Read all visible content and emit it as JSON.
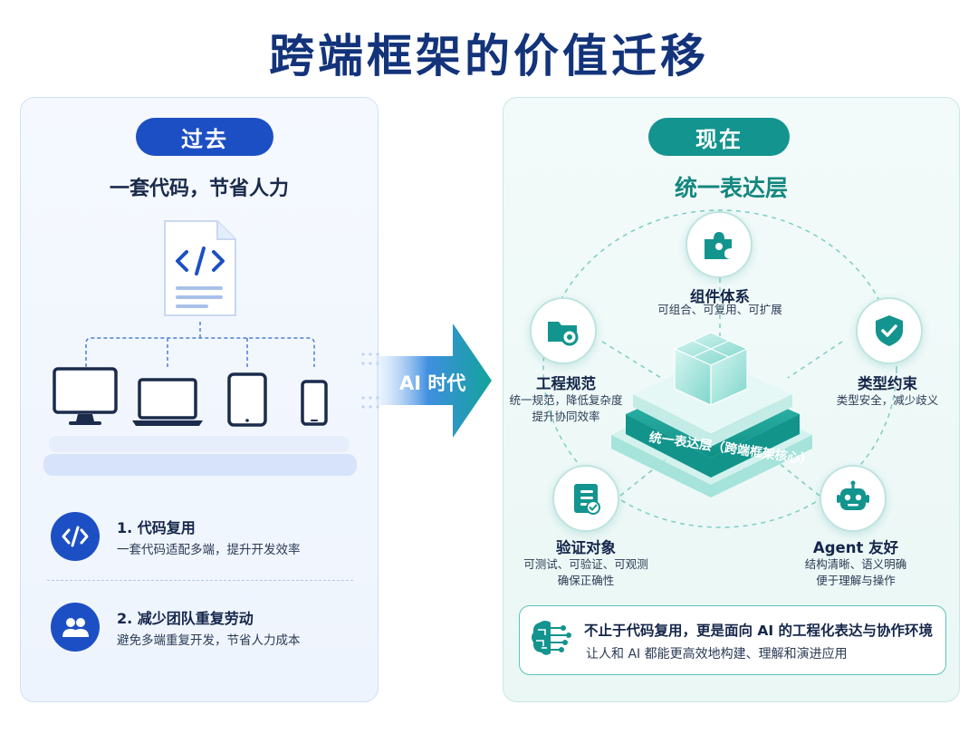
{
  "title": "跨端框架的价值迁移",
  "past": {
    "badge": "过去",
    "subtitle": "一套代码，节省人力",
    "features": [
      {
        "title": "1. 代码复用",
        "desc": "一套代码适配多端，提升开发效率",
        "icon": "code-icon"
      },
      {
        "title": "2. 减少团队重复劳动",
        "desc": "避免多端重复开发，节省人力成本",
        "icon": "team-icon"
      }
    ],
    "devices": [
      "desktop-icon",
      "laptop-icon",
      "tablet-icon",
      "phone-icon"
    ]
  },
  "transition": {
    "label": "AI 时代"
  },
  "now": {
    "badge": "现在",
    "subtitle": "统一表达层",
    "core_label": "统一表达层（跨端框架核心）",
    "nodes": [
      {
        "title": "组件体系",
        "desc": [
          "可组合、可复用、可扩展"
        ],
        "icon": "puzzle-icon"
      },
      {
        "title": "工程规范",
        "desc": [
          "统一规范，降低复杂度",
          "提升协同效率"
        ],
        "icon": "folder-gear-icon"
      },
      {
        "title": "类型约束",
        "desc": [
          "类型安全，减少歧义"
        ],
        "icon": "shield-check-icon"
      },
      {
        "title": "验证对象",
        "desc": [
          "可测试、可验证、可观测",
          "确保正确性"
        ],
        "icon": "checklist-icon"
      },
      {
        "title": "Agent 友好",
        "desc": [
          "结构清晰、语义明确",
          "便于理解与操作"
        ],
        "icon": "robot-icon"
      }
    ],
    "summary": {
      "title": "不止于代码复用，更是面向 AI 的工程化表达与协作环境",
      "desc": "让人和 AI 都能更高效地构建、理解和演进应用",
      "icon": "ai-brain-icon"
    }
  },
  "colors": {
    "navy": "#13337a",
    "blue": "#1d4fc4",
    "teal": "#13948e"
  }
}
